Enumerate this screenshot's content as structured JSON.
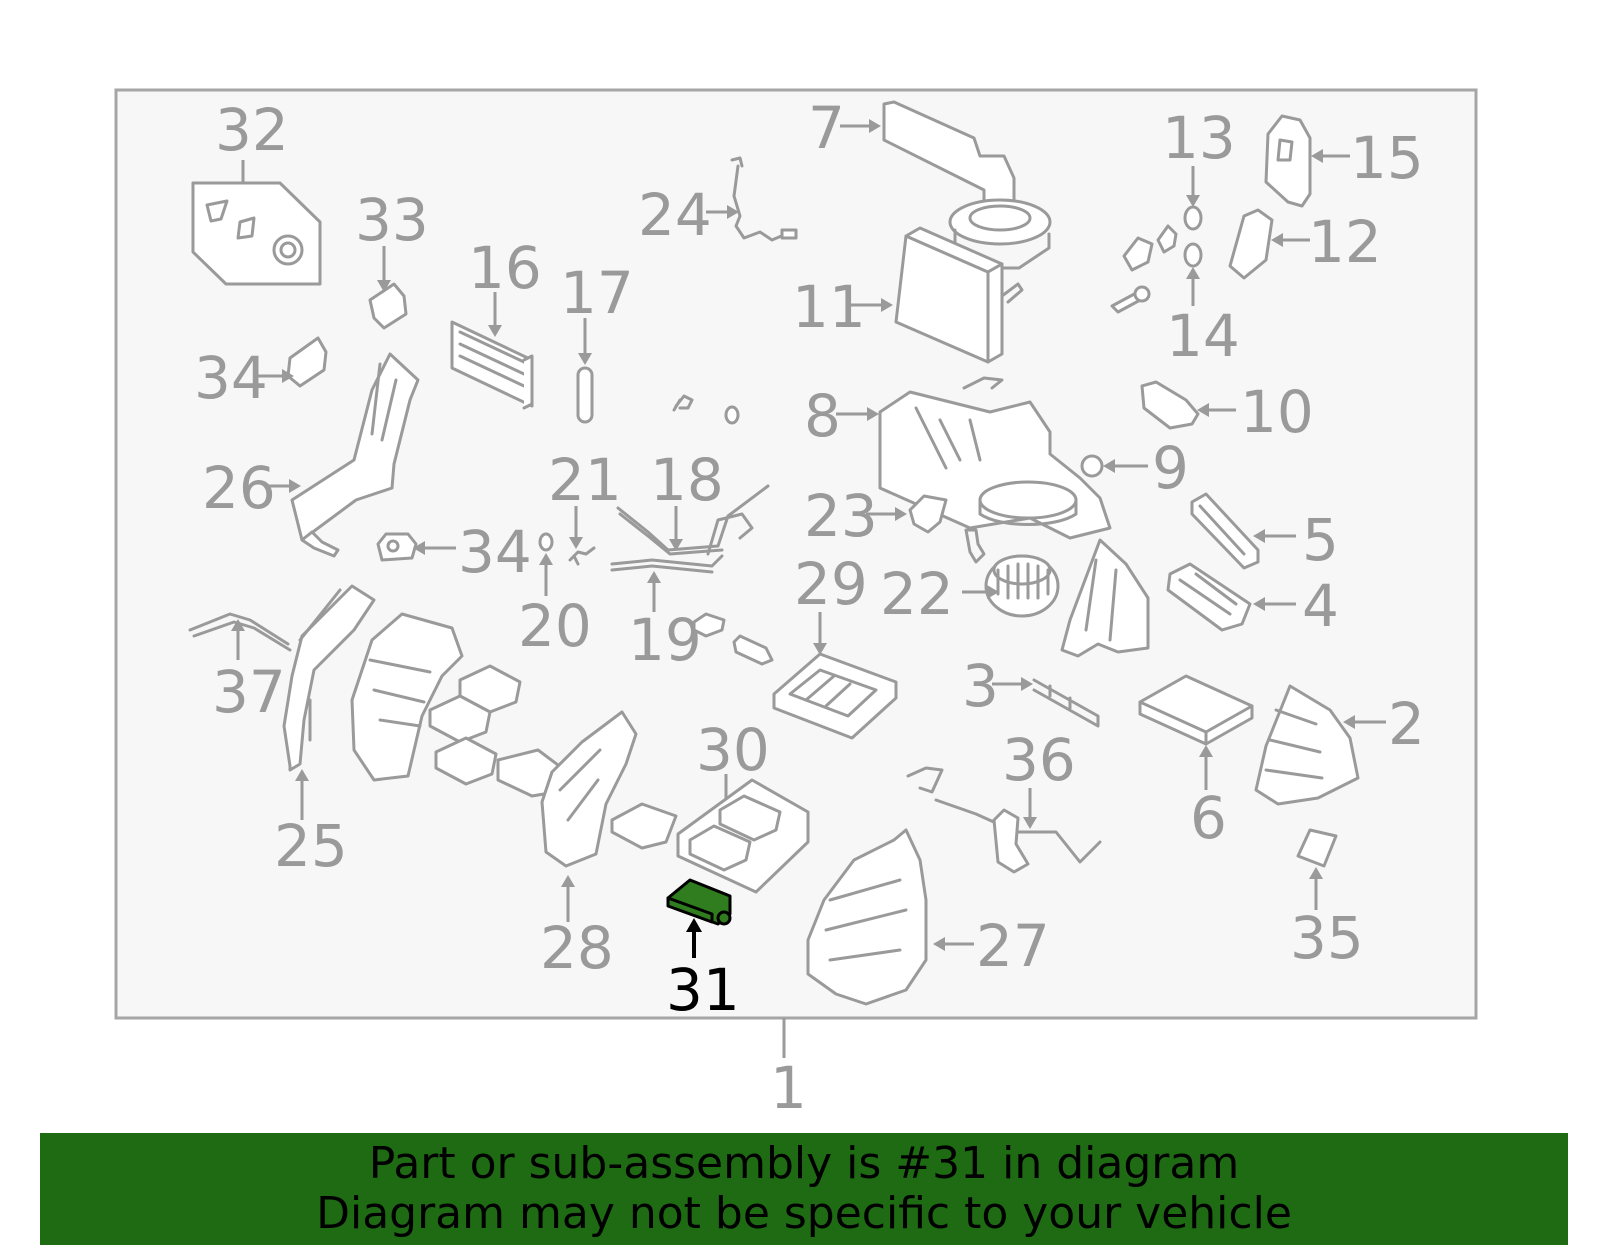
{
  "diagram": {
    "assembly_label": "1",
    "highlighted_part": "31",
    "highlight_color": "#2f7d1e",
    "labels": {
      "p2": "2",
      "p3": "3",
      "p4": "4",
      "p5": "5",
      "p6": "6",
      "p7": "7",
      "p8": "8",
      "p9": "9",
      "p10": "10",
      "p11": "11",
      "p12": "12",
      "p13": "13",
      "p14": "14",
      "p15": "15",
      "p16": "16",
      "p17": "17",
      "p18": "18",
      "p19": "19",
      "p20": "20",
      "p21": "21",
      "p22": "22",
      "p23": "23",
      "p24": "24",
      "p25": "25",
      "p26": "26",
      "p27": "27",
      "p28": "28",
      "p29": "29",
      "p30": "30",
      "p31": "31",
      "p32": "32",
      "p33": "33",
      "p34a": "34",
      "p34b": "34",
      "p35": "35",
      "p36": "36",
      "p37": "37"
    }
  },
  "banner": {
    "line1": "Part or sub-assembly is #31 in diagram",
    "line2": "Diagram may not be specific to your vehicle",
    "background": "#1e6b14"
  }
}
